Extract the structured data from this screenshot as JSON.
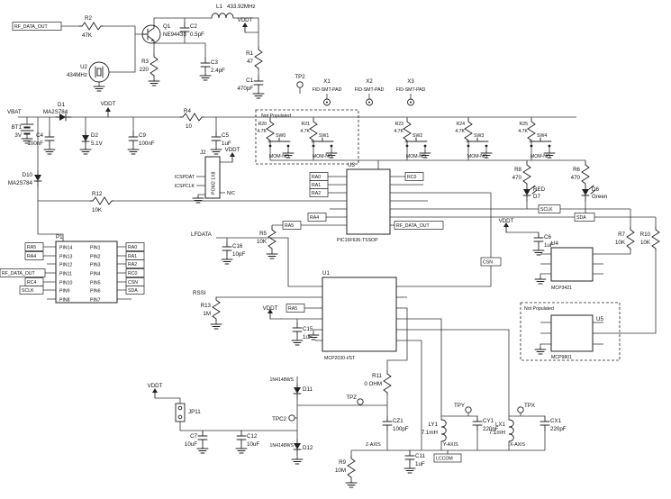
{
  "nets": {
    "rf_data_out": "RF_DATA_OUT",
    "vbat": "VBAT",
    "vddt": "VDDT",
    "ra0": "RA0",
    "ra1": "RA1",
    "ra2": "RA2",
    "ra4": "RA4",
    "ra5": "RA5",
    "rc0": "RC0",
    "rc4": "RC4",
    "csn": "CSN",
    "sda": "SDA",
    "sclk": "SCLK",
    "lfdata": "LFDATA",
    "rssi": "RSSI",
    "lccom": "LCCOM",
    "icspdat": "ICSPDAT",
    "icspclk": "ICSPCLK",
    "nc": "N/C"
  },
  "oscillator": {
    "r2": {
      "ref": "R2",
      "value": "47K"
    },
    "u2": {
      "ref": "U2",
      "value": "434MHz"
    },
    "q1": {
      "ref": "Q1",
      "value": "NE94433"
    },
    "r3": {
      "ref": "R3",
      "value": "220"
    },
    "c2": {
      "ref": "C2",
      "value": "0.5pF"
    },
    "c3": {
      "ref": "C3",
      "value": "2.4pF"
    },
    "l1": {
      "ref": "L1",
      "value": "433.92MHz"
    },
    "r1": {
      "ref": "R1",
      "value": "47"
    },
    "c1": {
      "ref": "C1",
      "value": "470pF"
    }
  },
  "power": {
    "bt1": {
      "ref": "BT1",
      "value": "3V"
    },
    "d1": {
      "ref": "D1",
      "value": "MA2S784"
    },
    "c4": {
      "ref": "C4",
      "value": "100nF"
    },
    "d2": {
      "ref": "D2",
      "value": "5.1V"
    },
    "c9": {
      "ref": "C9",
      "value": "100nF"
    },
    "c5": {
      "ref": "C5",
      "value": "1uF"
    },
    "r4": {
      "ref": "R4",
      "value": "10"
    },
    "d10": {
      "ref": "D10",
      "value": "MA2S784"
    },
    "r12": {
      "ref": "R12",
      "value": "10K"
    }
  },
  "testpoints": {
    "tp2": "TP2",
    "tpz": "TPZ",
    "tpy": "TPY",
    "tpx": "TPX",
    "tpc2": "TPC2"
  },
  "fiducials": {
    "x1": "X1",
    "x2": "X2",
    "x3": "X3",
    "label": "FID-SMT-PAD"
  },
  "switches": {
    "not_populated": "Not Populated",
    "sw0": {
      "ref": "SW0",
      "value": "MOM-NO",
      "r": {
        "ref": "R20",
        "value": "4.7K"
      }
    },
    "sw1": {
      "ref": "SW1",
      "value": "MOM-NO",
      "r": {
        "ref": "R21",
        "value": "4.7K"
      }
    },
    "sw2": {
      "ref": "SW2",
      "value": "MOM-NO",
      "r": {
        "ref": "R23",
        "value": "4.7K"
      }
    },
    "sw3": {
      "ref": "SW3",
      "value": "MOM-NO",
      "r": {
        "ref": "R24",
        "value": "4.7K"
      }
    },
    "sw4": {
      "ref": "SW4",
      "value": "MOM-NO",
      "r": {
        "ref": "R25",
        "value": "4.7K"
      }
    }
  },
  "programming": {
    "j2": {
      "ref": "J2",
      "value": "PGM2 1X8"
    }
  },
  "mcu": {
    "u3": {
      "ref": "U3",
      "value": "PIC16F636-TSSOP"
    },
    "r5": {
      "ref": "R5",
      "value": "10K"
    }
  },
  "leds": {
    "r8": {
      "ref": "R8",
      "value": "470"
    },
    "d7": {
      "ref": "D7",
      "value": "RED"
    },
    "r6": {
      "ref": "R6",
      "value": "470"
    },
    "d6": {
      "ref": "D6",
      "value": "Green"
    }
  },
  "lf_receiver": {
    "u1": {
      "ref": "U1",
      "value": "MCP2030-I/ST"
    },
    "c15": {
      "ref": "C15",
      "value": "1uF"
    },
    "c16": {
      "ref": "C16",
      "value": "10pF"
    },
    "r13": {
      "ref": "R13",
      "value": "1M"
    }
  },
  "header_p1": {
    "ref": "P1",
    "left_pins": [
      "PIN14",
      "PIN13",
      "PIN12",
      "PIN11",
      "PIN10",
      "PIN9",
      "PIN8"
    ],
    "right_pins": [
      "PIN1",
      "PIN2",
      "PIN3",
      "PIN4",
      "PIN5",
      "PIN6",
      "PIN7"
    ],
    "left_nets": [
      "RA5",
      "RA4",
      "",
      "RF_DATA_OUT",
      "RC4",
      "SCLK"
    ],
    "right_nets": [
      "RA0",
      "RA1",
      "RA2",
      "RC0",
      "CSN",
      "SDA"
    ]
  },
  "i2c": {
    "u4": {
      "ref": "U4",
      "value": "MCP3421"
    },
    "u5": {
      "ref": "U5",
      "value": "MCP9801"
    },
    "u5_note": "Not Populated",
    "r7": {
      "ref": "R7",
      "value": "10K"
    },
    "r10": {
      "ref": "R10",
      "value": "10K"
    },
    "c6": {
      "ref": "C6",
      "value": "1uF"
    }
  },
  "antenna": {
    "r11": {
      "ref": "R11",
      "value": "0 OHM"
    },
    "d11": {
      "ref": "D11",
      "value": "1N4148WS"
    },
    "d12": {
      "ref": "D12",
      "value": "1N4148WS"
    },
    "jp11": {
      "ref": "JP11"
    },
    "c7": {
      "ref": "C7",
      "value": "10uF"
    },
    "c12": {
      "ref": "C12",
      "value": "10uF"
    },
    "cz1": {
      "ref": "CZ1",
      "value": "100pF"
    },
    "ly1": {
      "ref": "LY1",
      "value": "7.1mH"
    },
    "cy1": {
      "ref": "CY1",
      "value": "220pF"
    },
    "lx1": {
      "ref": "LX1",
      "value": "7.1mH"
    },
    "cx1": {
      "ref": "CX1",
      "value": "220pF"
    },
    "r9": {
      "ref": "R9",
      "value": "10M"
    },
    "c11": {
      "ref": "C11",
      "value": "1uF"
    },
    "z_axis": "Z-AXIS",
    "y_axis": "Y-AXIS",
    "x_axis": "X-AXIS"
  }
}
